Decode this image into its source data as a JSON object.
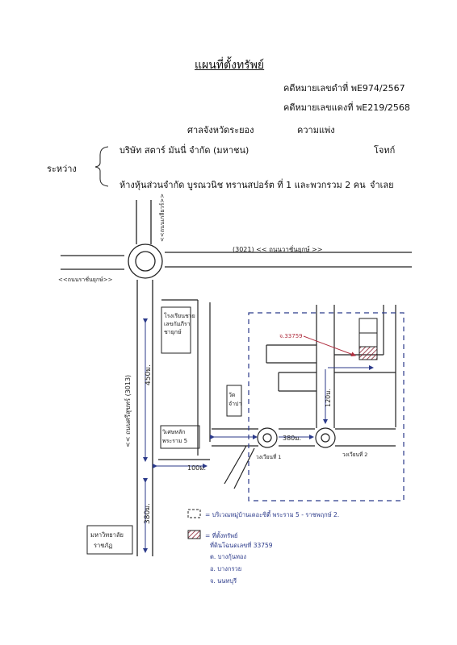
{
  "document": {
    "title": "แผนที่ตั้งทรัพย์",
    "case_black": "คดีหมายเลขดำที่  พE974/2567",
    "case_red": "คดีหมายเลขแดงที่  พE219/2568",
    "court": "ศาลจังหวัดระยอง",
    "case_type": "ความแพ่ง",
    "between_label": "ระหว่าง",
    "plaintiff": "บริษัท สตาร์ มันนี่ จำกัด (มหาชน)",
    "plaintiff_role": "โจทก์",
    "defendant": "ห้างหุ้นส่วนจำกัด บูรณวนิช ทรานสปอร์ต ที่ 1 และพวกรวม 2 คน",
    "defendant_role": "จำเลย"
  },
  "map": {
    "road_upper_v": "<<ถนนเกลียวร์>>",
    "road_top_h": "(3021) << ถนนวาชั่นยุกษ์ >>",
    "road_left_h": "<<ถนนราชั่นยุกษ์>>",
    "road_main_v": "<< ถนนศรีสุขทร์ (3013)",
    "school": "โรงเรียนชายเลขกัมภีราชายุกษ์",
    "temple": "วัดจำปา",
    "market": "วิเศษหลักพระราม 5",
    "dist_450": "450ม.",
    "dist_100": "100ม.",
    "dist_380": "380ม.",
    "dist_380b": "380ม.",
    "dist_120": "120ม.",
    "parcel": "จ.33759",
    "roundabout_1": "วงเวียนที่ 1",
    "roundabout_2": "วงเวียนที่ 2",
    "university": "มหาวิทยาลัยราชภัฏ",
    "legend_dashed": "= บริเวณหมู่บ้านเดอะซิตี้ พระราม 5 - ราชพฤกษ์ 2.",
    "legend_hatched_1": "= ที่ตั้งทรัพย์",
    "legend_hatched_2": "ที่ดินโฉนดเลขที่ 33759",
    "legend_hatched_3": "ต. บางกุ้นทอง",
    "legend_hatched_4": "อ. บางกรวย",
    "legend_hatched_5": "จ. นนทบุรี"
  },
  "colors": {
    "ink": "#222222",
    "handwritten_blue": "#2b3a8a",
    "pointer_red": "#b03040",
    "hatch": "#8a2030"
  }
}
